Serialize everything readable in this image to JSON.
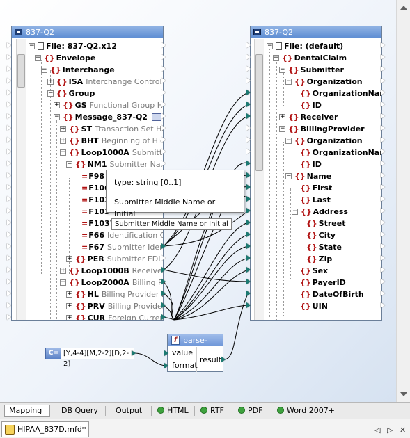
{
  "left_component": {
    "title": "837-Q2",
    "rows": [
      {
        "label": "File: 837-Q2.x12",
        "desc": ""
      },
      {
        "label": "Envelope",
        "desc": ""
      },
      {
        "label": "Interchange",
        "desc": ""
      },
      {
        "label": "ISA",
        "desc": "Interchange Control Hea"
      },
      {
        "label": "Group",
        "desc": ""
      },
      {
        "label": "GS",
        "desc": "Functional Group Head"
      },
      {
        "label": "Message_837-Q2",
        "desc": "He"
      },
      {
        "label": "ST",
        "desc": "Transaction Set Heade"
      },
      {
        "label": "BHT",
        "desc": "Beginning of Hierar"
      },
      {
        "label": "Loop1000A",
        "desc": "Submitter N"
      },
      {
        "label": "NM1",
        "desc": "Submitter Name"
      },
      {
        "label": "F98",
        "desc": ""
      },
      {
        "label": "F106",
        "desc": ""
      },
      {
        "label": "F103",
        "desc": ""
      },
      {
        "label": "F103",
        "desc": ""
      },
      {
        "label": "F1037",
        "desc": ""
      },
      {
        "label": "F66",
        "desc": "Identification Co"
      },
      {
        "label": "F67",
        "desc": "Submitter Identif"
      },
      {
        "label": "PER",
        "desc": "Submitter EDI Con"
      },
      {
        "label": "Loop1000B",
        "desc": "Receiver N"
      },
      {
        "label": "Loop2000A",
        "desc": "Billing Provid"
      },
      {
        "label": "HL",
        "desc": "Billing Provider Hier"
      },
      {
        "label": "PRV",
        "desc": "Billing Provider Sp"
      },
      {
        "label": "CUR",
        "desc": "Foreign Currency"
      }
    ]
  },
  "right_component": {
    "title": "837-Q2",
    "rows": [
      {
        "label": "File: (default)"
      },
      {
        "label": "DentalClaim"
      },
      {
        "label": "Submitter"
      },
      {
        "label": "Organization"
      },
      {
        "label": "OrganizationName"
      },
      {
        "label": "ID"
      },
      {
        "label": "Receiver"
      },
      {
        "label": "BillingProvider"
      },
      {
        "label": "Organization"
      },
      {
        "label": "OrganizationName"
      },
      {
        "label": "ID"
      },
      {
        "label": "Name"
      },
      {
        "label": "First"
      },
      {
        "label": "Last"
      },
      {
        "label": "Address"
      },
      {
        "label": "Street"
      },
      {
        "label": "City"
      },
      {
        "label": "State"
      },
      {
        "label": "Zip"
      },
      {
        "label": "Sex"
      },
      {
        "label": "PayerID"
      },
      {
        "label": "DateOfBirth"
      },
      {
        "label": "UIN"
      }
    ]
  },
  "tooltip": {
    "type_line": "type: string [0..1]",
    "description": "Submitter Middle Name or Initial"
  },
  "mini_tooltip": "Submitter Middle Name or Initial",
  "constant": {
    "badge": "C=",
    "value": "[Y,4-4][M,2-2][D,2-2]"
  },
  "function": {
    "title": "parse-date",
    "inputs": [
      "value",
      "format"
    ],
    "output": "result"
  },
  "tabs": [
    {
      "label": "Mapping",
      "active": true
    },
    {
      "label": "DB Query",
      "active": false
    },
    {
      "label": "Output",
      "active": false
    },
    {
      "label": "HTML",
      "active": false
    },
    {
      "label": "RTF",
      "active": false
    },
    {
      "label": "PDF",
      "active": false
    },
    {
      "label": "Word 2007+",
      "active": false
    }
  ],
  "document_tab": "HIPAA_837D.mfd*",
  "nav": {
    "prev": "◁",
    "next": "▷",
    "close": "✕"
  },
  "colors": {
    "wire": "#000000",
    "title_bar": "#5f8fd4",
    "connector": "#1c7a72"
  }
}
